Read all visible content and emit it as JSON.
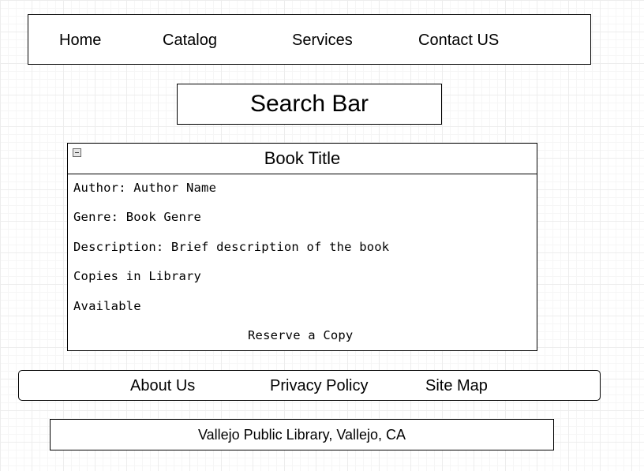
{
  "nav": {
    "items": [
      "Home",
      "Catalog",
      "Services",
      "Contact US"
    ]
  },
  "search": {
    "label": "Search Bar"
  },
  "book": {
    "title": "Book Title",
    "author": "Author: Author Name",
    "genre": "Genre: Book Genre",
    "description": "Description: Brief description of the book",
    "copies": "Copies in Library",
    "availability": "Available",
    "reserve_label": "Reserve a Copy"
  },
  "footer": {
    "links": [
      "About Us",
      "Privacy Policy",
      "Site Map"
    ],
    "address": "Vallejo Public Library, Vallejo, CA"
  },
  "icons": {
    "collapse": "minus-square-icon"
  }
}
